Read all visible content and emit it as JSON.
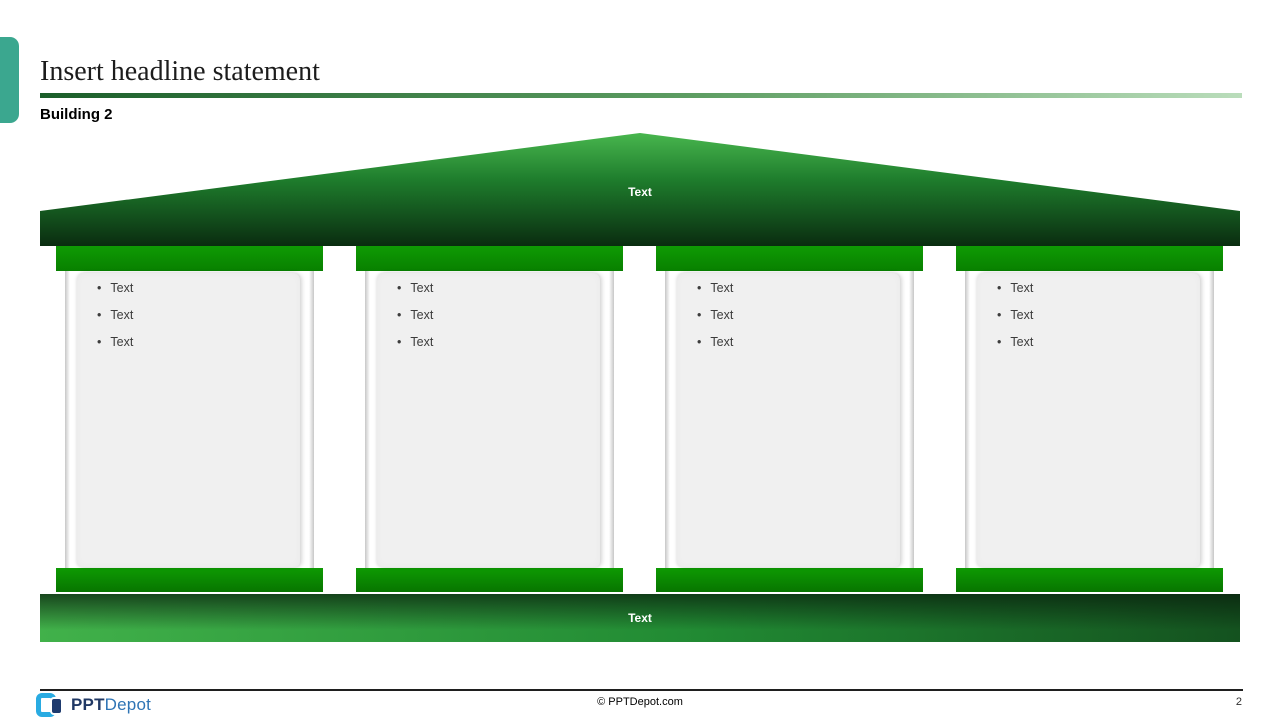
{
  "header": {
    "headline": "Insert headline statement",
    "subtitle": "Building 2"
  },
  "building": {
    "bullet_char": "•",
    "roof": {
      "label": "Text"
    },
    "base": {
      "label": "Text"
    },
    "columns": [
      {
        "bullets": [
          "Text",
          "Text",
          "Text"
        ]
      },
      {
        "bullets": [
          "Text",
          "Text",
          "Text"
        ]
      },
      {
        "bullets": [
          "Text",
          "Text",
          "Text"
        ]
      },
      {
        "bullets": [
          "Text",
          "Text",
          "Text"
        ]
      }
    ]
  },
  "footer": {
    "logo": {
      "bold": "PPT",
      "light": "Depot"
    },
    "copyright": "© PPTDepot.com",
    "page_number": "2"
  },
  "colors": {
    "accent_teal": "#3BA78F",
    "capital_green": "#0F9B04",
    "roof_gradient_top": "#48B64E",
    "roof_gradient_bottom": "#0A2C10",
    "underline_dark": "#1B5E2A",
    "underline_light": "#BADDBB",
    "base_bright": "#41B14A",
    "logo_blue": "#29ABE2",
    "logo_navy": "#1E3A6E"
  }
}
